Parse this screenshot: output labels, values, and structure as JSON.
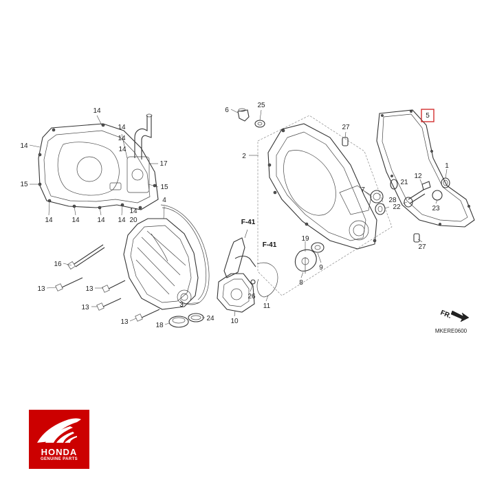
{
  "callouts": [
    "14",
    "14",
    "14",
    "14",
    "15",
    "15",
    "14",
    "14",
    "14",
    "14",
    "14",
    "20",
    "14",
    "17",
    "4",
    "16",
    "13",
    "13",
    "13",
    "13",
    "18",
    "3",
    "24",
    "6",
    "25",
    "2",
    "27",
    "5",
    "1",
    "12",
    "21",
    "7",
    "28",
    "22",
    "23",
    "27",
    "F-41",
    "F-41",
    "19",
    "9",
    "8",
    "26",
    "11",
    "10"
  ],
  "highlighted_part": "5",
  "fr_label": "FR.",
  "drawing_code": "MKERE0600",
  "logo": {
    "brand": "HONDA",
    "tagline": "GENUINE PARTS"
  },
  "colors": {
    "highlight": "#d32f2f",
    "logo_red": "#cc0000"
  }
}
